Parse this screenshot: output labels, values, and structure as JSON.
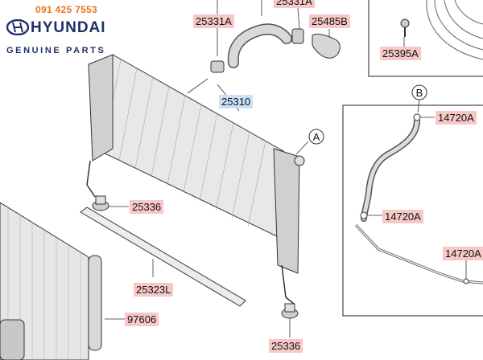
{
  "brand": {
    "phone": "091 425 7553",
    "name": "HYUNDAI",
    "subtitle": "GENUINE PARTS"
  },
  "callouts": [
    {
      "id": "A",
      "label": "A"
    },
    {
      "id": "B",
      "label": "B"
    }
  ],
  "part_labels": [
    {
      "id": "p1",
      "text": "25331A",
      "highlight": "pink"
    },
    {
      "id": "p2",
      "text": "25331A",
      "highlight": "pink"
    },
    {
      "id": "p3",
      "text": "25485B",
      "highlight": "pink"
    },
    {
      "id": "p4",
      "text": "25395A",
      "highlight": "pink"
    },
    {
      "id": "p5",
      "text": "25310",
      "highlight": "blue"
    },
    {
      "id": "p6",
      "text": "14720A",
      "highlight": "pink"
    },
    {
      "id": "p7",
      "text": "25336",
      "highlight": "pink"
    },
    {
      "id": "p8",
      "text": "14720A",
      "highlight": "pink"
    },
    {
      "id": "p9",
      "text": "14720A",
      "highlight": "pink"
    },
    {
      "id": "p10",
      "text": "25323L",
      "highlight": "pink"
    },
    {
      "id": "p11",
      "text": "97606",
      "highlight": "pink"
    },
    {
      "id": "p12",
      "text": "25336",
      "highlight": "pink"
    }
  ],
  "colors": {
    "label_pink": "#f6c8c6",
    "label_blue": "#c9e1f7",
    "brand_orange": "#e8731e",
    "brand_navy": "#1f2f6a"
  }
}
